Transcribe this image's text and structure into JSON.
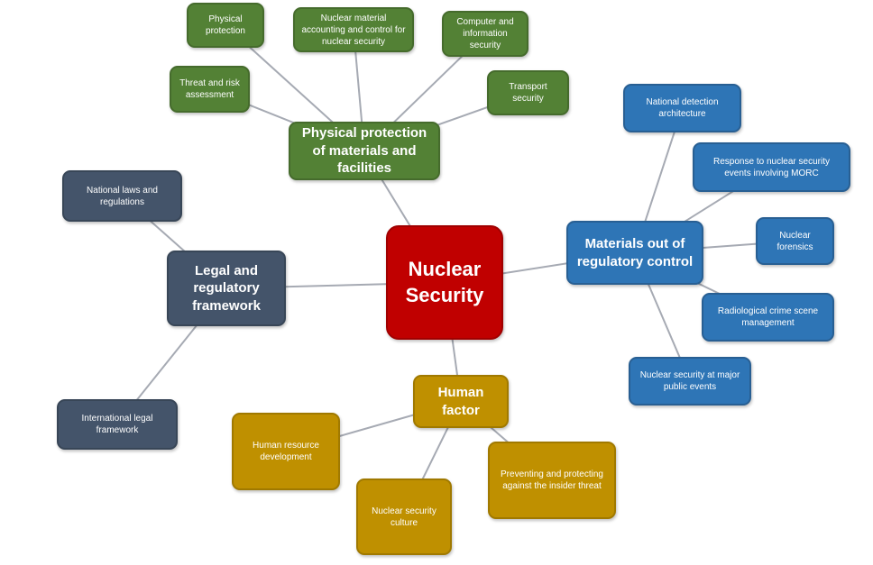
{
  "center": {
    "label": "Nuclear Security",
    "color": "#c00000"
  },
  "branches": [
    {
      "label": "Physical protection of materials and facilities",
      "color": "#538135",
      "children": [
        "Physical protection",
        "Nuclear material accounting and control for nuclear security",
        "Computer and information security",
        "Threat and risk assessment",
        "Transport security"
      ]
    },
    {
      "label": "Materials out of regulatory control",
      "color": "#2e75b6",
      "children": [
        "National detection architecture",
        "Response to nuclear security events involving MORC",
        "Nuclear forensics",
        "Radiological crime scene management",
        "Nuclear security at major public events"
      ]
    },
    {
      "label": "Legal and regulatory framework",
      "color": "#44546a",
      "children": [
        "National laws and regulations",
        "International legal framework"
      ]
    },
    {
      "label": "Human factor",
      "color": "#bf9000",
      "children": [
        "Human resource development",
        "Nuclear security culture",
        "Preventing and protecting against the insider threat"
      ]
    }
  ]
}
